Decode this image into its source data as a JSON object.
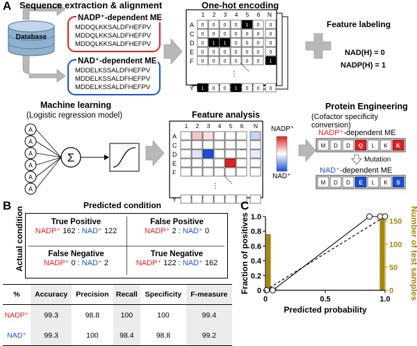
{
  "panel_labels": {
    "a": "A",
    "b": "B",
    "c": "C"
  },
  "a": {
    "seq_title": "Sequence extraction & alignment",
    "db_label": "Database",
    "nadp_group": {
      "title": "NADP⁺-dependent ME",
      "seqs": [
        "MDDQLKKSALDFHEFPV",
        "MDDQLKKSALDFHEFPV",
        "MDDQLKKSALDFHEFPV"
      ]
    },
    "nad_group": {
      "title": "NAD⁺-dependent ME",
      "seqs": [
        "MDDELKSSALDFHEFPV",
        "MDDELKSSALDFHEFPV",
        "MDDELKSSALDFHEFPV"
      ]
    },
    "onehot_title": "One-hot encoding",
    "grid_cols": [
      "1",
      "2",
      "3",
      "4",
      "5",
      "6",
      "N"
    ],
    "grid_rows": [
      "A",
      "C",
      "D",
      "E",
      "F",
      "Y"
    ],
    "onehot_rows": [
      [
        "0",
        "0",
        "0",
        "0",
        "1",
        "0",
        "0"
      ],
      [
        "0",
        "0",
        "0",
        "0",
        "0",
        "0",
        "0"
      ],
      [
        "0",
        "1",
        "1",
        "0",
        "0",
        "0",
        "0"
      ],
      [
        "0",
        "0",
        "0",
        "0",
        "0",
        "0",
        "0"
      ],
      [
        "0",
        "0",
        "0",
        "0",
        "0",
        "0",
        "1"
      ],
      [
        "1",
        "0",
        "0",
        "1",
        "0",
        "0",
        "0"
      ]
    ],
    "back_first_row": [
      "0",
      "0",
      "0",
      "0",
      "1",
      "0"
    ],
    "ellipsis": "…",
    "vdots": "⋮",
    "feature_labeling": {
      "title": "Feature labeling",
      "nad": "NAD(H) = 0",
      "nadp": "NADP(H) = 1"
    },
    "ml": {
      "title": "Machine learning",
      "subtitle": "(Logistic regression model)",
      "node": "A",
      "sigma": "Σ"
    },
    "feature_analysis": {
      "title": "Feature analysis",
      "colorbar_top": "NADP⁺",
      "colorbar_bottom": "NAD⁺",
      "colors": {
        "pos": "#e02020",
        "neg": "#1a4fd8"
      }
    },
    "protein_eng": {
      "title": "Protein Engineering",
      "subtitle": "(Cofactor specificity conversion)",
      "nadp_prefix": "NADP⁺",
      "nad_prefix": "NAD⁺",
      "suffix": "-dependent ME",
      "mutation": "Mutation",
      "top_seq": [
        "M",
        "D",
        "D",
        "Q",
        "L",
        "K",
        "K"
      ],
      "bottom_seq": [
        "M",
        "D",
        "D",
        "E",
        "L",
        "K",
        "S"
      ],
      "top_highlight": [
        3,
        6
      ],
      "bottom_highlight": [
        3,
        6
      ]
    }
  },
  "b": {
    "predicted": "Predicted condition",
    "actual": "Actual condition",
    "cells": [
      {
        "title": "True Positive",
        "a": "NADP⁺",
        "av": "162",
        "b": "NAD⁺",
        "bv": "122"
      },
      {
        "title": "False Positive",
        "a": "NADP⁺",
        "av": "2",
        "b": "NAD⁺",
        "bv": "0"
      },
      {
        "title": "False Negative",
        "a": "NADP⁺",
        "av": "0",
        "b": "NAD⁺",
        "bv": "2"
      },
      {
        "title": "True Negative",
        "a": "NADP⁺",
        "av": "122",
        "b": "NAD⁺",
        "bv": "162"
      }
    ],
    "table": {
      "headers": [
        "%",
        "Accuracy",
        "Precision",
        "Recall",
        "Specificity",
        "F-measure"
      ],
      "rows": [
        {
          "label": "NADP⁺",
          "values": [
            "99.3",
            "98.8",
            "100",
            "100",
            "99.4"
          ]
        },
        {
          "label": "NAD⁺",
          "values": [
            "99.3",
            "100",
            "98.4",
            "98.8",
            "99.2"
          ]
        }
      ]
    }
  },
  "chart_data": {
    "type": "bar+line",
    "xlabel": "Predicted probability",
    "ylabel": "Fraction of positives",
    "y2label": "Number of test samples",
    "xlim": [
      0,
      1
    ],
    "ylim": [
      0,
      1
    ],
    "y2lim": [
      0,
      160
    ],
    "xticks": [
      "0",
      "0.5",
      "1.0"
    ],
    "yticks": [
      "0",
      "0.2",
      "0.4",
      "0.6",
      "0.8",
      "1.0"
    ],
    "y2ticks": [
      "0",
      "50",
      "100",
      "150"
    ],
    "histogram": {
      "bin_edges_low": [
        0.0,
        0.05,
        0.85,
        0.95
      ],
      "bin_width": 0.05,
      "counts": [
        122,
        4,
        1,
        161
      ]
    },
    "calibration_points": {
      "x": [
        0.01,
        0.06,
        0.87,
        0.96,
        1.0
      ],
      "y": [
        0.0,
        0.0,
        1.0,
        1.0,
        1.0
      ]
    },
    "diagonal": {
      "x": [
        0,
        1
      ],
      "y": [
        0,
        1
      ]
    },
    "colors": {
      "bars": "#a8860f",
      "y2axis": "#a8860f"
    }
  }
}
